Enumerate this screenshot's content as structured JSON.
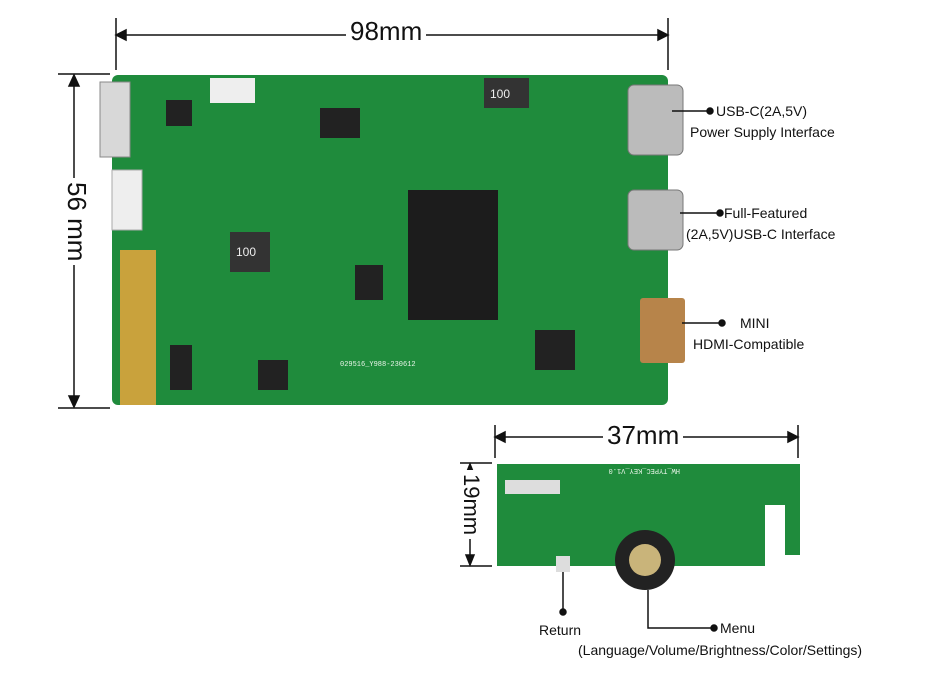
{
  "dimensions": {
    "main_width": "98mm",
    "main_height": "56 mm",
    "key_width": "37mm",
    "key_height": "19mm"
  },
  "callouts": {
    "usbc_power": [
      "USB-C(2A,5V)",
      "Power Supply Interface"
    ],
    "usbc_full": [
      "Full-Featured",
      "(2A,5V)USB-C Interface"
    ],
    "hdmi": [
      "MINI",
      "HDMI-Compatible"
    ],
    "return": "Return",
    "menu": [
      "Menu",
      "(Language/Volume/Brightness/Color/Settings)"
    ]
  },
  "silkscreen": {
    "board_id": "029516_Y988-230612",
    "inductor_mark": "100",
    "key_board_id": "HW_TYPEC_KEY_V1.0"
  },
  "colors": {
    "pcb": "#1f8b3c",
    "pcb_dark": "#146a2a",
    "gold": "#c9a23c",
    "chip": "#1c1c1c"
  }
}
